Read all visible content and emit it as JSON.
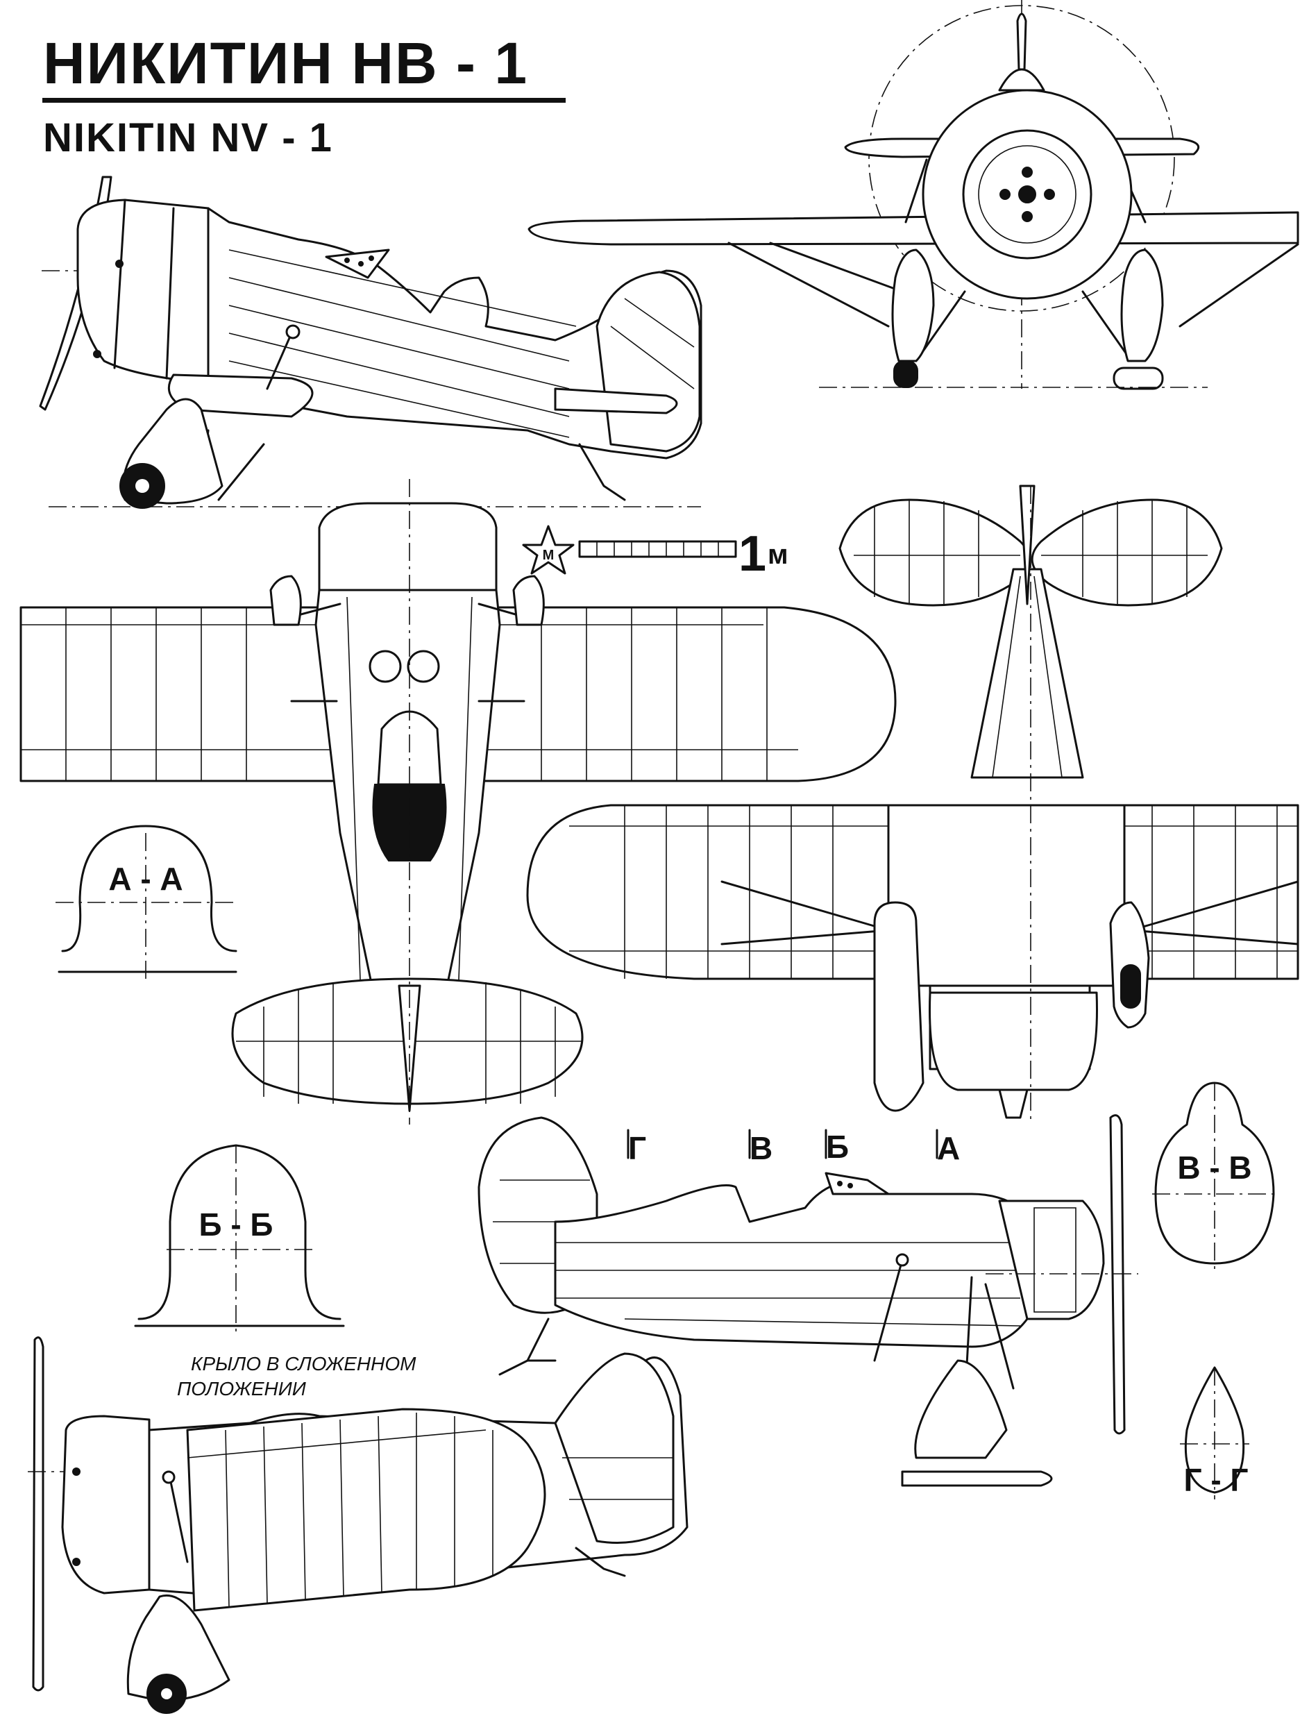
{
  "title_ru": "НИКИТИН  НВ - 1",
  "title_en": "NIKITIN  NV - 1",
  "scale": {
    "value": "1",
    "unit": "м"
  },
  "star_letter": "М",
  "note": {
    "line1": "КРЫЛО В СЛОЖЕННОМ",
    "line2": "ПОЛОЖЕНИИ"
  },
  "station_labels": [
    "Г",
    "В",
    "Б",
    "А"
  ],
  "sections": {
    "aa": "А - А",
    "bb": "Б - Б",
    "vv": "В - В",
    "gg": "Г - Г"
  }
}
